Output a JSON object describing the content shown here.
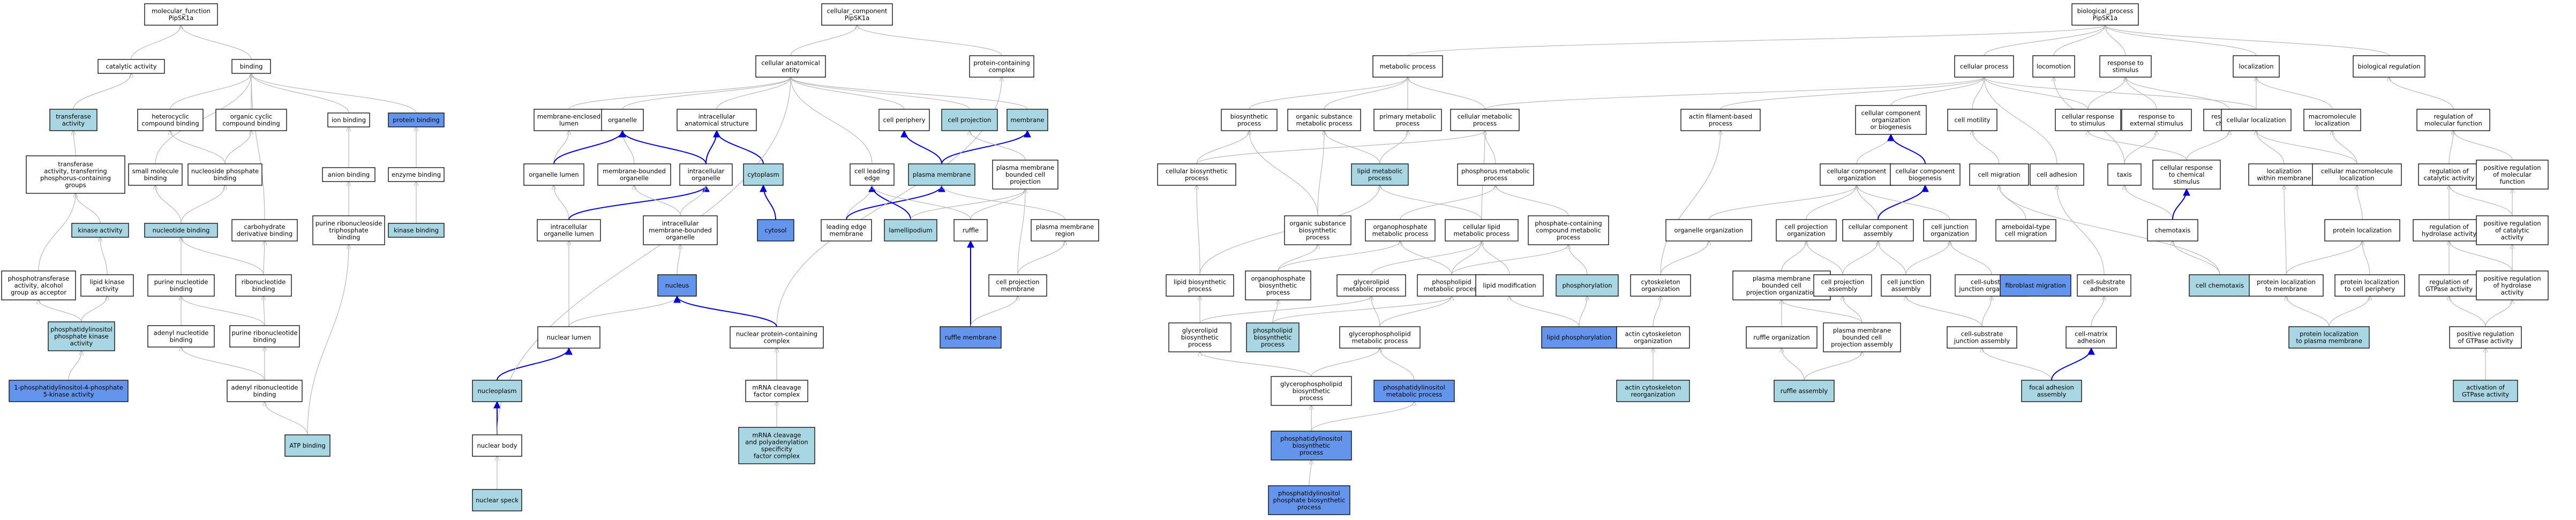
{
  "colors": {
    "default": "#ffffff",
    "light": "#a9d6e3",
    "strong": "#6495ed",
    "edge": "#b8b8b8",
    "highlight_edge": "#0000dd"
  },
  "nodes": [
    {
      "id": "mf",
      "label": "molecular_function\nPipSK1a",
      "fill": "default"
    },
    {
      "id": "cat",
      "label": "catalytic activity",
      "fill": "default"
    },
    {
      "id": "binding",
      "label": "binding",
      "fill": "default"
    },
    {
      "id": "transferase",
      "label": "transferase\nactivity",
      "fill": "light"
    },
    {
      "id": "hetero",
      "label": "heterocyclic\ncompound binding",
      "fill": "default"
    },
    {
      "id": "orgcyc",
      "label": "organic cyclic\ncompound binding",
      "fill": "default"
    },
    {
      "id": "ionb",
      "label": "ion binding",
      "fill": "default"
    },
    {
      "id": "protb",
      "label": "protein binding",
      "fill": "strong"
    },
    {
      "id": "transphos",
      "label": "transferase\nactivity, transferring\nphosphorus-containing\ngroups",
      "fill": "default"
    },
    {
      "id": "smallmol",
      "label": "small molecule\nbinding",
      "fill": "default"
    },
    {
      "id": "ntphosb",
      "label": "nucleoside phosphate\nbinding",
      "fill": "default"
    },
    {
      "id": "anionb",
      "label": "anion binding",
      "fill": "default"
    },
    {
      "id": "enzb",
      "label": "enzyme binding",
      "fill": "default"
    },
    {
      "id": "kinase",
      "label": "kinase activity",
      "fill": "light"
    },
    {
      "id": "nucb",
      "label": "nucleotide binding",
      "fill": "light"
    },
    {
      "id": "carb",
      "label": "carbohydrate\nderivative binding",
      "fill": "default"
    },
    {
      "id": "purntb",
      "label": "purine ribonucleoside\ntriphosphate\nbinding",
      "fill": "default"
    },
    {
      "id": "kinb",
      "label": "kinase binding",
      "fill": "light"
    },
    {
      "id": "ptransalc",
      "label": "phosphotransferase\nactivity, alcohol\ngroup as acceptor",
      "fill": "default"
    },
    {
      "id": "lipkin",
      "label": "lipid kinase\nactivity",
      "fill": "default"
    },
    {
      "id": "purnucb",
      "label": "purine nucleotide\nbinding",
      "fill": "default"
    },
    {
      "id": "ribonucb",
      "label": "ribonucleotide\nbinding",
      "fill": "default"
    },
    {
      "id": "pipk",
      "label": "phosphatidylinositol\nphosphate kinase\nactivity",
      "fill": "light"
    },
    {
      "id": "adenb",
      "label": "adenyl nucleotide\nbinding",
      "fill": "default"
    },
    {
      "id": "purribb",
      "label": "purine ribonucleotide\nbinding",
      "fill": "default"
    },
    {
      "id": "pi4p5k",
      "label": "1-phosphatidylinositol-4-phosphate\n5-kinase activity",
      "fill": "strong"
    },
    {
      "id": "adenribb",
      "label": "adenyl ribonucleotide\nbinding",
      "fill": "default"
    },
    {
      "id": "atpb",
      "label": "ATP binding",
      "fill": "light"
    },
    {
      "id": "cc",
      "label": "cellular_component\nPipSK1a",
      "fill": "default"
    },
    {
      "id": "cae",
      "label": "cellular anatomical\nentity",
      "fill": "default"
    },
    {
      "id": "protcc",
      "label": "protein-containing\ncomplex",
      "fill": "default"
    },
    {
      "id": "memlumen",
      "label": "membrane-enclosed\nlumen",
      "fill": "default"
    },
    {
      "id": "organelle",
      "label": "organelle",
      "fill": "default"
    },
    {
      "id": "intraas",
      "label": "intracellular\nanatomical structure",
      "fill": "default"
    },
    {
      "id": "cellper",
      "label": "cell periphery",
      "fill": "default"
    },
    {
      "id": "cellproj",
      "label": "cell projection",
      "fill": "light"
    },
    {
      "id": "membrane",
      "label": "membrane",
      "fill": "light"
    },
    {
      "id": "orglumen",
      "label": "organelle lumen",
      "fill": "default"
    },
    {
      "id": "membbound",
      "label": "membrane-bounded\norganelle",
      "fill": "default"
    },
    {
      "id": "intraorg",
      "label": "intracellular\norganelle",
      "fill": "default"
    },
    {
      "id": "cytoplasm",
      "label": "cytoplasm",
      "fill": "light"
    },
    {
      "id": "cellleading",
      "label": "cell leading\nedge",
      "fill": "default"
    },
    {
      "id": "plasmamem",
      "label": "plasma membrane",
      "fill": "light"
    },
    {
      "id": "pmbcp",
      "label": "plasma membrane\nbounded cell\nprojection",
      "fill": "default"
    },
    {
      "id": "intraorglumen",
      "label": "intracellular\norganelle lumen",
      "fill": "default"
    },
    {
      "id": "intrambo",
      "label": "intracellular\nmembrane-bounded\norganelle",
      "fill": "default"
    },
    {
      "id": "cytosol",
      "label": "cytosol",
      "fill": "strong"
    },
    {
      "id": "leadingmem",
      "label": "leading edge\nmembrane",
      "fill": "default"
    },
    {
      "id": "lamelli",
      "label": "lamellipodium",
      "fill": "light"
    },
    {
      "id": "ruffle",
      "label": "ruffle",
      "fill": "default"
    },
    {
      "id": "pmregion",
      "label": "plasma membrane\nregion",
      "fill": "default"
    },
    {
      "id": "nucleus",
      "label": "nucleus",
      "fill": "strong"
    },
    {
      "id": "cellprojmem",
      "label": "cell projection\nmembrane",
      "fill": "default"
    },
    {
      "id": "nuclumen",
      "label": "nuclear lumen",
      "fill": "default"
    },
    {
      "id": "nucpcc",
      "label": "nuclear protein-containing\ncomplex",
      "fill": "default"
    },
    {
      "id": "rufflemem",
      "label": "ruffle membrane",
      "fill": "strong"
    },
    {
      "id": "nucleoplasm",
      "label": "nucleoplasm",
      "fill": "light"
    },
    {
      "id": "mrnacf",
      "label": "mRNA cleavage\nfactor complex",
      "fill": "default"
    },
    {
      "id": "nucbody",
      "label": "nuclear body",
      "fill": "default"
    },
    {
      "id": "mrnacpsf",
      "label": "mRNA cleavage\nand polyadenylation\nspecificity\nfactor complex",
      "fill": "light"
    },
    {
      "id": "nucspeck",
      "label": "nuclear speck",
      "fill": "light"
    },
    {
      "id": "bp",
      "label": "biological_process\nPipSK1a",
      "fill": "default"
    },
    {
      "id": "metproc",
      "label": "metabolic process",
      "fill": "default"
    },
    {
      "id": "cellproc",
      "label": "cellular process",
      "fill": "default"
    },
    {
      "id": "locomotion",
      "label": "locomotion",
      "fill": "default"
    },
    {
      "id": "resp",
      "label": "response to\nstimulus",
      "fill": "default"
    },
    {
      "id": "localization",
      "label": "localization",
      "fill": "default"
    },
    {
      "id": "bioreg",
      "label": "biological regulation",
      "fill": "default"
    },
    {
      "id": "biosyn",
      "label": "biosynthetic\nprocess",
      "fill": "default"
    },
    {
      "id": "orgsubmet",
      "label": "organic substance\nmetabolic process",
      "fill": "default"
    },
    {
      "id": "primmet",
      "label": "primary metabolic\nprocess",
      "fill": "default"
    },
    {
      "id": "cellmet",
      "label": "cellular metabolic\nprocess",
      "fill": "default"
    },
    {
      "id": "actinfil",
      "label": "actin filament-based\nprocess",
      "fill": "default"
    },
    {
      "id": "ccob",
      "label": "cellular component\norganization\nor biogenesis",
      "fill": "default"
    },
    {
      "id": "cellmot",
      "label": "cell motility",
      "fill": "default"
    },
    {
      "id": "cellrespstim",
      "label": "cellular response\nto stimulus",
      "fill": "default"
    },
    {
      "id": "respext",
      "label": "response to\nexternal stimulus",
      "fill": "default"
    },
    {
      "id": "respchem",
      "label": "response to\nchemical",
      "fill": "default"
    },
    {
      "id": "cellloc",
      "label": "cellular localization",
      "fill": "default"
    },
    {
      "id": "macroloc",
      "label": "macromolecule\nlocalization",
      "fill": "default"
    },
    {
      "id": "regmolfn",
      "label": "regulation of\nmolecular function",
      "fill": "default"
    },
    {
      "id": "cellbiosyn",
      "label": "cellular biosynthetic\nprocess",
      "fill": "default"
    },
    {
      "id": "lipmet",
      "label": "lipid metabolic\nprocess",
      "fill": "light"
    },
    {
      "id": "phosmet",
      "label": "phosphorus metabolic\nprocess",
      "fill": "default"
    },
    {
      "id": "cco",
      "label": "cellular component\norganization",
      "fill": "default"
    },
    {
      "id": "ccbiog",
      "label": "cellular component\nbiogenesis",
      "fill": "default"
    },
    {
      "id": "cellmig",
      "label": "cell migration",
      "fill": "default"
    },
    {
      "id": "celladh",
      "label": "cell adhesion",
      "fill": "default"
    },
    {
      "id": "taxis",
      "label": "taxis",
      "fill": "default"
    },
    {
      "id": "cellrespchem",
      "label": "cellular response\nto chemical\nstimulus",
      "fill": "default"
    },
    {
      "id": "locwithinmem",
      "label": "localization\nwithin membrane",
      "fill": "default"
    },
    {
      "id": "cellmacroloc",
      "label": "cellular macromolecule\nlocalization",
      "fill": "default"
    },
    {
      "id": "regcat",
      "label": "regulation of\ncatalytic activity",
      "fill": "default"
    },
    {
      "id": "posregmolfn",
      "label": "positive regulation\nof molecular\nfunction",
      "fill": "default"
    },
    {
      "id": "orgsubbiosyn",
      "label": "organic substance\nbiosynthetic\nprocess",
      "fill": "default"
    },
    {
      "id": "orgphosmet",
      "label": "organophosphate\nmetabolic process",
      "fill": "default"
    },
    {
      "id": "celllipmet",
      "label": "cellular lipid\nmetabolic process",
      "fill": "default"
    },
    {
      "id": "phoscmet",
      "label": "phosphate-containing\ncompound metabolic\nprocess",
      "fill": "default"
    },
    {
      "id": "orgorg",
      "label": "organelle organization",
      "fill": "default"
    },
    {
      "id": "cellprojorg",
      "label": "cell projection\norganization",
      "fill": "default"
    },
    {
      "id": "ccassembly",
      "label": "cellular component\nassembly",
      "fill": "default"
    },
    {
      "id": "celljuncorg",
      "label": "cell junction\norganization",
      "fill": "default"
    },
    {
      "id": "amoeboid",
      "label": "ameboidal-type\ncell migration",
      "fill": "default"
    },
    {
      "id": "chemotaxis",
      "label": "chemotaxis",
      "fill": "default"
    },
    {
      "id": "protloc",
      "label": "protein localization",
      "fill": "default"
    },
    {
      "id": "reghydro",
      "label": "regulation of\nhydrolase activity",
      "fill": "default"
    },
    {
      "id": "posregcat",
      "label": "positive regulation\nof catalytic\nactivity",
      "fill": "default"
    },
    {
      "id": "lipbiosyn",
      "label": "lipid biosynthetic\nprocess",
      "fill": "default"
    },
    {
      "id": "orgphosbiosyn",
      "label": "organophosphate\nbiosynthetic\nprocess",
      "fill": "default"
    },
    {
      "id": "glycerolip",
      "label": "glycerolipid\nmetabolic process",
      "fill": "default"
    },
    {
      "id": "phospholip",
      "label": "phospholipid\nmetabolic process",
      "fill": "default"
    },
    {
      "id": "lipmod",
      "label": "lipid modification",
      "fill": "default"
    },
    {
      "id": "phosphorylation",
      "label": "phosphorylation",
      "fill": "light"
    },
    {
      "id": "cytoskorg",
      "label": "cytoskeleton\norganization",
      "fill": "default"
    },
    {
      "id": "pmbcpo",
      "label": "plasma membrane\nbounded cell\nprojection organization",
      "fill": "default"
    },
    {
      "id": "cellprojasm",
      "label": "cell projection\nassembly",
      "fill": "default"
    },
    {
      "id": "celljuncasm",
      "label": "cell junction\nassembly",
      "fill": "default"
    },
    {
      "id": "csjo",
      "label": "cell-substrate\njunction organization",
      "fill": "default"
    },
    {
      "id": "fibromig",
      "label": "fibroblast migration",
      "fill": "strong"
    },
    {
      "id": "csadh",
      "label": "cell-substrate\nadhesion",
      "fill": "default"
    },
    {
      "id": "cellchemo",
      "label": "cell chemotaxis",
      "fill": "light"
    },
    {
      "id": "protlocmem",
      "label": "protein localization\nto membrane",
      "fill": "default"
    },
    {
      "id": "protloccp",
      "label": "protein localization\nto cell periphery",
      "fill": "default"
    },
    {
      "id": "reggtpase",
      "label": "regulation of\nGTPase activity",
      "fill": "default"
    },
    {
      "id": "posreghydro",
      "label": "positive regulation\nof hydrolase\nactivity",
      "fill": "default"
    },
    {
      "id": "glycerolipbiosyn",
      "label": "glycerolipid\nbiosynthetic\nprocess",
      "fill": "default"
    },
    {
      "id": "phospholipbiosyn",
      "label": "phospholipid\nbiosynthetic\nprocess",
      "fill": "light"
    },
    {
      "id": "glycerophos",
      "label": "glycerophospholipid\nmetabolic process",
      "fill": "default"
    },
    {
      "id": "lipphos",
      "label": "lipid phosphorylation",
      "fill": "strong"
    },
    {
      "id": "actincytoorg",
      "label": "actin cytoskeleton\norganization",
      "fill": "default"
    },
    {
      "id": "ruffleorg",
      "label": "ruffle organization",
      "fill": "default"
    },
    {
      "id": "pmbcpa",
      "label": "plasma membrane\nbounded cell\nprojection assembly",
      "fill": "default"
    },
    {
      "id": "csja",
      "label": "cell-substrate\njunction assembly",
      "fill": "default"
    },
    {
      "id": "cmadh",
      "label": "cell-matrix\nadhesion",
      "fill": "default"
    },
    {
      "id": "protlocpm",
      "label": "protein localization\nto plasma membrane",
      "fill": "light"
    },
    {
      "id": "posreggtpase",
      "label": "positive regulation\nof GTPase activity",
      "fill": "default"
    },
    {
      "id": "glycerophosbiosyn",
      "label": "glycerophospholipid\nbiosynthetic\nprocess",
      "fill": "default"
    },
    {
      "id": "pimet",
      "label": "phosphatidylinositol\nmetabolic process",
      "fill": "strong"
    },
    {
      "id": "actincytoreorg",
      "label": "actin cytoskeleton\nreorganization",
      "fill": "light"
    },
    {
      "id": "ruffleasm",
      "label": "ruffle assembly",
      "fill": "light"
    },
    {
      "id": "focaladh",
      "label": "focal adhesion\nassembly",
      "fill": "light"
    },
    {
      "id": "actgtpase",
      "label": "activation of\nGTPase activity",
      "fill": "light"
    },
    {
      "id": "pibiosyn",
      "label": "phosphatidylinositol\nbiosynthetic\nprocess",
      "fill": "strong"
    },
    {
      "id": "pipbiosyn",
      "label": "phosphatidylinositol\nphosphate biosynthetic\nprocess",
      "fill": "strong"
    }
  ]
}
